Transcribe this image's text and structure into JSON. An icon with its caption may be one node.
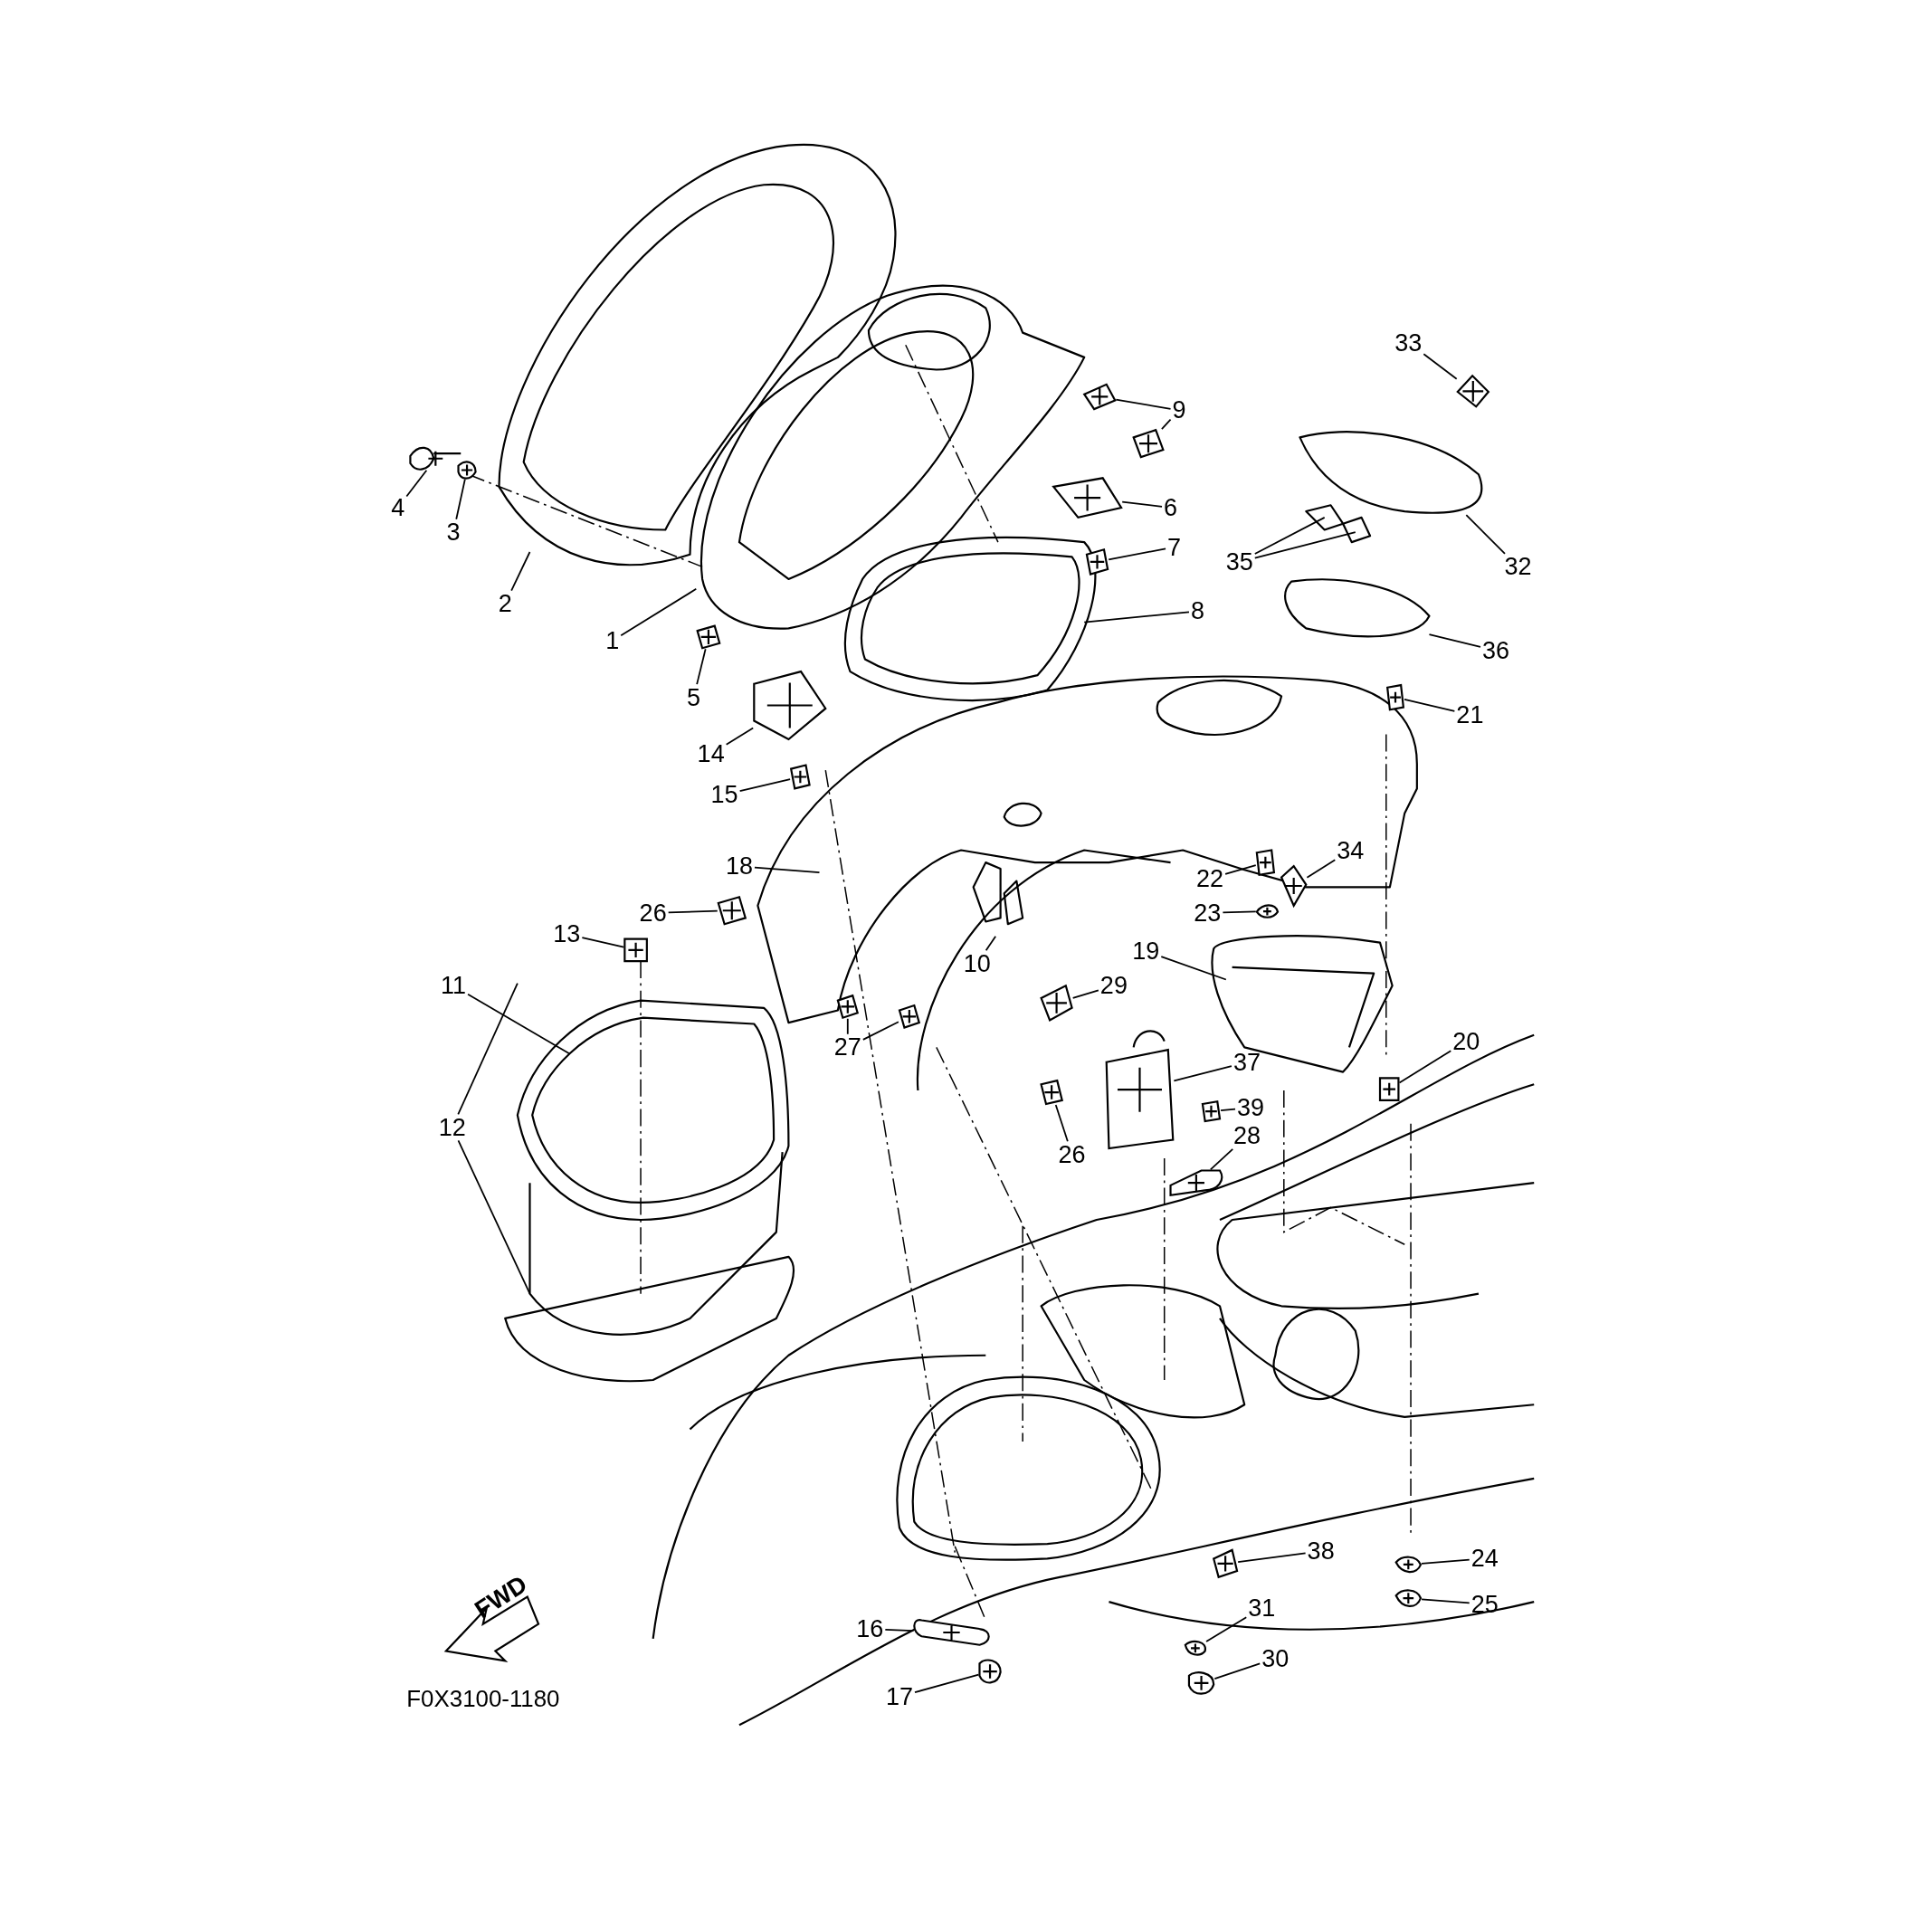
{
  "diagram": {
    "nodes": [
      {
        "text": [
          "1"
        ]
      },
      {
        "text": [
          "2"
        ]
      },
      {
        "text": [
          "3"
        ]
      },
      {
        "text": [
          "4"
        ]
      },
      {
        "text": [
          "5"
        ]
      },
      {
        "text": [
          "6"
        ]
      },
      {
        "text": [
          "7"
        ]
      },
      {
        "text": [
          "8"
        ]
      },
      {
        "text": [
          "9"
        ]
      },
      {
        "text": [
          "10"
        ]
      },
      {
        "text": [
          "11"
        ]
      },
      {
        "text": [
          "12"
        ]
      },
      {
        "text": [
          "13"
        ]
      },
      {
        "text": [
          "14"
        ]
      },
      {
        "text": [
          "15"
        ]
      },
      {
        "text": [
          "16"
        ]
      },
      {
        "text": [
          "17"
        ]
      },
      {
        "text": [
          "18"
        ]
      },
      {
        "text": [
          "19"
        ]
      },
      {
        "text": [
          "20"
        ]
      },
      {
        "text": [
          "21"
        ]
      },
      {
        "text": [
          "22"
        ]
      },
      {
        "text": [
          "23"
        ]
      },
      {
        "text": [
          "24"
        ]
      },
      {
        "text": [
          "25"
        ]
      },
      {
        "text": [
          "26"
        ]
      },
      {
        "text": [
          "26"
        ]
      },
      {
        "text": [
          "27"
        ]
      },
      {
        "text": [
          "28"
        ]
      },
      {
        "text": [
          "29"
        ]
      },
      {
        "text": [
          "30"
        ]
      },
      {
        "text": [
          "31"
        ]
      },
      {
        "text": [
          "32"
        ]
      },
      {
        "text": [
          "33"
        ]
      },
      {
        "text": [
          "34"
        ]
      },
      {
        "text": [
          "35"
        ]
      },
      {
        "text": [
          "36"
        ]
      },
      {
        "text": [
          "37"
        ]
      },
      {
        "text": [
          "38"
        ]
      },
      {
        "text": [
          "39"
        ]
      },
      {
        "text": [],
        "shape": "picture"
      },
      {
        "text": [],
        "shape": "picture"
      },
      {
        "text": [],
        "shape": "picture"
      },
      {
        "text": [],
        "shape": "picture"
      },
      {
        "text": [],
        "shape": "picture"
      },
      {
        "text": [],
        "shape": "picture"
      },
      {
        "text": [],
        "shape": "picture"
      },
      {
        "text": [],
        "shape": "picture"
      },
      {
        "text": [],
        "shape": "picture"
      },
      {
        "text": [],
        "shape": "picture"
      },
      {
        "text": [],
        "shape": "picture"
      },
      {
        "text": [],
        "shape": "picture"
      },
      {
        "text": [],
        "shape": "picture"
      },
      {
        "text": [],
        "shape": "picture"
      },
      {
        "text": [],
        "shape": "picture"
      },
      {
        "text": [],
        "shape": "picture"
      },
      {
        "text": [],
        "shape": "picture"
      },
      {
        "text": [],
        "shape": "picture"
      },
      {
        "text": [],
        "shape": "picture"
      },
      {
        "text": [],
        "shape": "picture"
      },
      {
        "text": [],
        "shape": "picture"
      },
      {
        "text": [],
        "shape": "picture"
      },
      {
        "text": [],
        "shape": "picture"
      },
      {
        "text": [],
        "shape": "picture"
      },
      {
        "text": [],
        "shape": "picture"
      },
      {
        "text": [],
        "shape": "picture"
      },
      {
        "text": [],
        "shape": "picture"
      },
      {
        "text": [],
        "shape": "picture"
      },
      {
        "text": [],
        "shape": "picture"
      },
      {
        "text": [],
        "shape": "picture"
      },
      {
        "text": [],
        "shape": "picture"
      }
    ],
    "edges": [
      {
        "from": 0,
        "to": null,
        "arrow": "none"
      },
      {
        "from": 1,
        "to": null,
        "arrow": "none"
      },
      {
        "from": 2,
        "to": 41,
        "arrow": "none"
      },
      {
        "from": 3,
        "to": 40,
        "arrow": "none"
      },
      {
        "from": 4,
        "to": 46,
        "arrow": "none"
      },
      {
        "from": 5,
        "to": 44,
        "arrow": "none"
      },
      {
        "from": 6,
        "to": 45,
        "arrow": "none"
      },
      {
        "from": 7,
        "to": null,
        "arrow": "none"
      },
      {
        "from": 8,
        "to": 42,
        "arrow": "none"
      },
      {
        "from": 8,
        "to": 43,
        "arrow": "none"
      },
      {
        "from": 9,
        "to": null,
        "arrow": "none"
      },
      {
        "from": 10,
        "to": null,
        "arrow": "none"
      },
      {
        "from": 11,
        "to": null,
        "arrow": "none"
      },
      {
        "from": 11,
        "to": null,
        "arrow": "none"
      },
      {
        "from": 12,
        "to": 49,
        "arrow": "none"
      },
      {
        "from": 13,
        "to": 47,
        "arrow": "none"
      },
      {
        "from": 14,
        "to": 48,
        "arrow": "none"
      },
      {
        "from": 15,
        "to": 65,
        "arrow": "none"
      },
      {
        "from": 16,
        "to": 67,
        "arrow": "none"
      },
      {
        "from": 17,
        "to": null,
        "arrow": "none"
      },
      {
        "from": 18,
        "to": null,
        "arrow": "none"
      },
      {
        "from": 19,
        "to": 60,
        "arrow": "none"
      },
      {
        "from": 20,
        "to": 55,
        "arrow": "none"
      },
      {
        "from": 21,
        "to": 51,
        "arrow": "none"
      },
      {
        "from": 22,
        "to": 53,
        "arrow": "none"
      },
      {
        "from": 23,
        "to": 62,
        "arrow": "none"
      },
      {
        "from": 24,
        "to": 64,
        "arrow": "none"
      },
      {
        "from": 25,
        "to": 50,
        "arrow": "none"
      },
      {
        "from": 26,
        "to": 57,
        "arrow": "none"
      },
      {
        "from": 27,
        "to": 69,
        "arrow": "none"
      },
      {
        "from": 27,
        "to": 70,
        "arrow": "none"
      },
      {
        "from": 28,
        "to": 59,
        "arrow": "none"
      },
      {
        "from": 29,
        "to": 54,
        "arrow": "none"
      },
      {
        "from": 30,
        "to": 66,
        "arrow": "none"
      },
      {
        "from": 31,
        "to": 63,
        "arrow": "none"
      },
      {
        "from": 32,
        "to": null,
        "arrow": "none"
      },
      {
        "from": 33,
        "to": 68,
        "arrow": "none"
      },
      {
        "from": 34,
        "to": 52,
        "arrow": "none"
      },
      {
        "from": 35,
        "to": null,
        "arrow": "none"
      },
      {
        "from": 35,
        "to": null,
        "arrow": "none"
      },
      {
        "from": 36,
        "to": null,
        "arrow": "none"
      },
      {
        "from": 37,
        "to": 56,
        "arrow": "none"
      },
      {
        "from": 38,
        "to": 61,
        "arrow": "none"
      },
      {
        "from": 39,
        "to": 58,
        "arrow": "none"
      }
    ],
    "labels": [
      "FWD",
      "F0X3100-1180"
    ]
  }
}
